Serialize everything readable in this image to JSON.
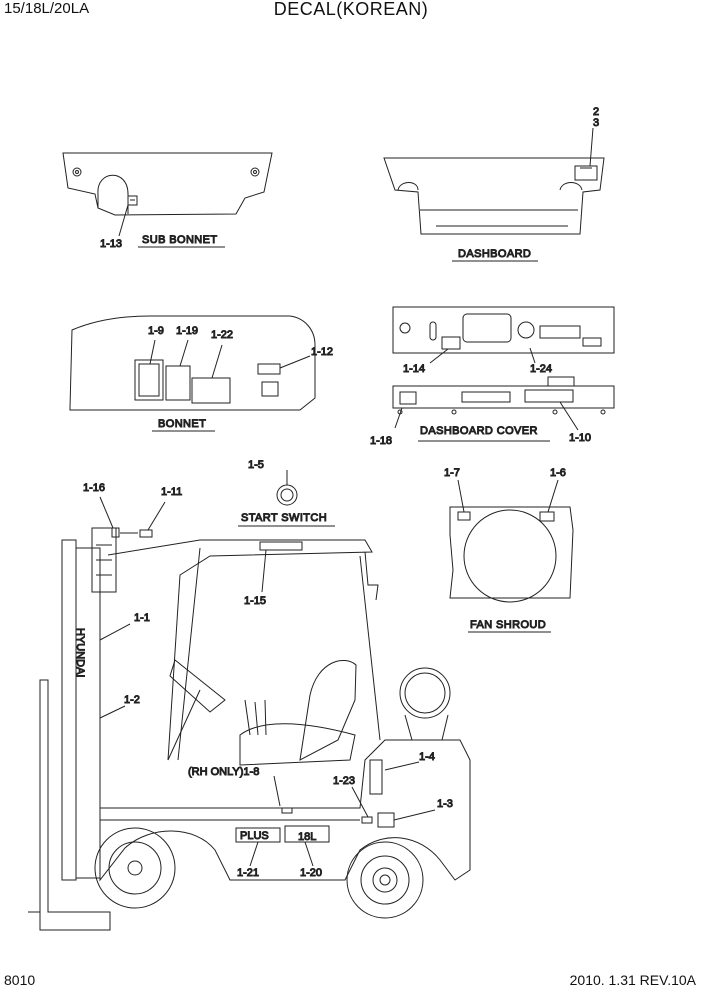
{
  "header": {
    "model": "15/18L/20LA",
    "title": "DECAL(KOREAN)"
  },
  "footer": {
    "page": "8010",
    "revision": "2010. 1.31  REV.10A"
  },
  "captions": {
    "sub_bonnet": "SUB BONNET",
    "dashboard": "DASHBOARD",
    "bonnet": "BONNET",
    "dashboard_cover": "DASHBOARD COVER",
    "start_switch": "START SWITCH",
    "fan_shroud": "FAN SHROUD"
  },
  "callouts": {
    "c2": "2",
    "c3": "3",
    "c1_13": "1-13",
    "c1_9": "1-9",
    "c1_19": "1-19",
    "c1_22": "1-22",
    "c1_12": "1-12",
    "c1_14": "1-14",
    "c1_24": "1-24",
    "c1_18": "1-18",
    "c1_10": "1-10",
    "c1_5": "1-5",
    "c1_7": "1-7",
    "c1_6": "1-6",
    "c1_16": "1-16",
    "c1_11": "1-11",
    "c1_15": "1-15",
    "c1_1": "1-1",
    "c1_2": "1-2",
    "c1_8": "(RH ONLY)1-8",
    "c1_4": "1-4",
    "c1_23": "1-23",
    "c1_3": "1-3",
    "c1_21": "1-21",
    "c1_20": "1-20"
  },
  "decals": {
    "mast_brand": "HYUNDAI",
    "side_brand": "PLUS",
    "side_model": "18L"
  }
}
